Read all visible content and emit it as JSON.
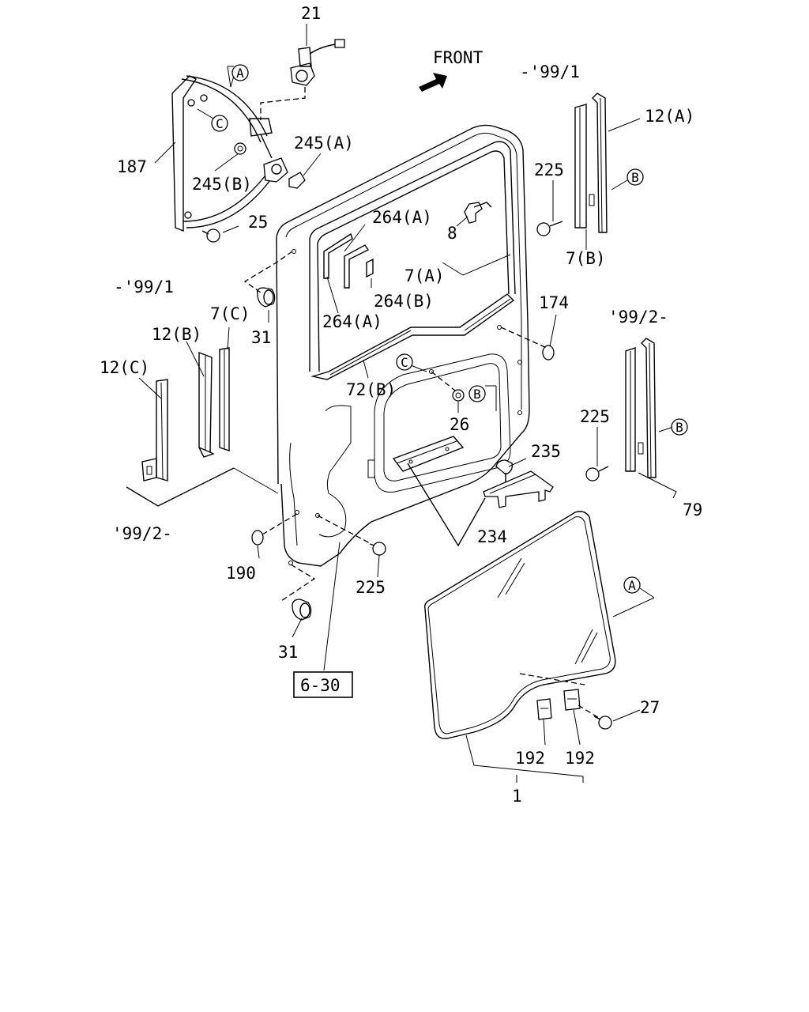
{
  "labels": {
    "p21": "21",
    "front": "FRONT",
    "d99_1_top": "-'99/1",
    "p12A": "12(A)",
    "p187": "187",
    "p245A": "245(A)",
    "p245B": "245(B)",
    "p225_upper": "225",
    "p25": "25",
    "p264A_upper": "264(A)",
    "p8": "8",
    "p7B": "7(B)",
    "p7A": "7(A)",
    "d99_1_left": "-'99/1",
    "p264B": "264(B)",
    "p174": "174",
    "p7C": "7(C)",
    "p31_upper": "31",
    "p264A_lower": "264(A)",
    "d99_2_right": "'99/2-",
    "p12B": "12(B)",
    "p12C": "12(C)",
    "p72B": "72(B)",
    "p26": "26",
    "p225_right": "225",
    "p235": "235",
    "p79": "79",
    "p234": "234",
    "d99_2_left": "'99/2-",
    "p190": "190",
    "p225_lower": "225",
    "p31_lower": "31",
    "ref630": "6-30",
    "p27": "27",
    "p192_left": "192",
    "p192_right": "192",
    "p1": "1"
  },
  "callouts": {
    "A": "A",
    "B": "B",
    "C": "C"
  }
}
